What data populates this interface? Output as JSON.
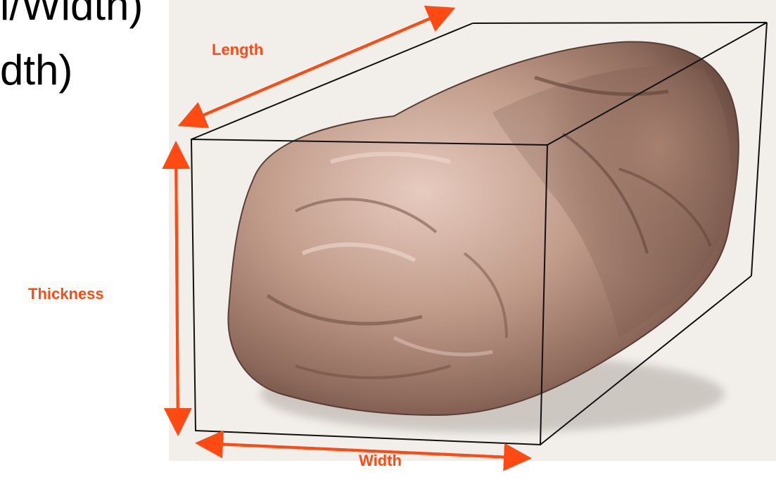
{
  "slide": {
    "text_line1": "l/Width)",
    "text_line2": "dth)"
  },
  "labels": {
    "length": "Length",
    "thickness": "Thickness",
    "width": "Width"
  },
  "colors": {
    "arrow": "#ff4a14",
    "label": "#ff4a14",
    "box_edge": "#111111",
    "rock_base": "#b89080",
    "rock_shadow": "#6e5044",
    "rock_highlight": "#e8cfc3",
    "paper": "#f2efea"
  },
  "icons": {
    "rock": "rock-illustration",
    "bounding_box": "wireframe-box"
  }
}
